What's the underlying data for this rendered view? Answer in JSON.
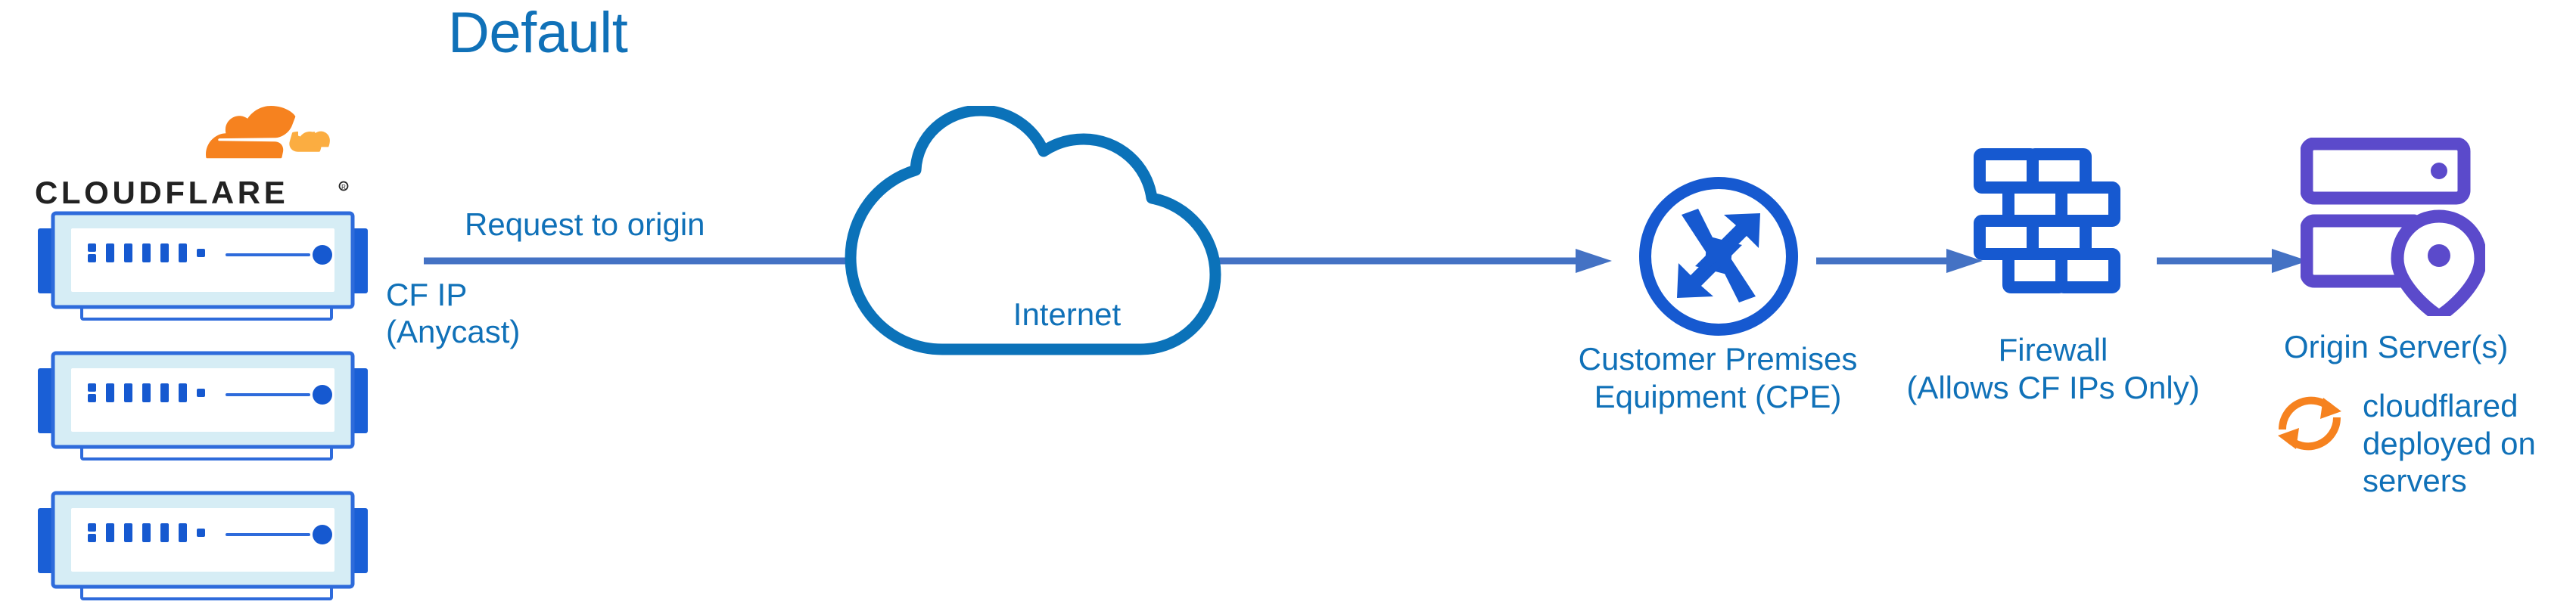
{
  "diagram": {
    "title": "Default",
    "title_color": "#1071B8",
    "background": "#FFFFFF",
    "accent_blue": "#1071B8",
    "node_blue": "#1659D0",
    "arrow_blue": "#4472C4",
    "purple": "#5B4ACB",
    "orange": "#F6821F",
    "orange_light": "#FBAD41"
  },
  "brand": {
    "name": "CLOUDFLARE",
    "logo_icon": "cloudflare-cloud-logo",
    "trademark": "®"
  },
  "racks": [
    {
      "label": "cloudflare-server-rack-1"
    },
    {
      "label": "cloudflare-server-rack-2"
    },
    {
      "label": "cloudflare-server-rack-3"
    }
  ],
  "edges": {
    "request_label": "Request to origin",
    "cf_ip_label": "CF IP\n(Anycast)",
    "main_arrow": "arrow-right",
    "cpe_to_firewall_arrow": "arrow-right",
    "firewall_to_origin_arrow": "arrow-right"
  },
  "nodes": {
    "internet": {
      "label": "Internet",
      "icon": "cloud-outline-icon"
    },
    "cpe": {
      "label": "Customer Premises\nEquipment (CPE)",
      "icon": "router-four-arrows-icon"
    },
    "firewall": {
      "label": "Firewall\n(Allows CF IPs Only)",
      "icon": "brick-wall-icon"
    },
    "origin": {
      "label": "Origin Server(s)",
      "icon": "server-stack-pin-icon"
    }
  },
  "callout": {
    "text": "cloudflared\ndeployed on\nservers",
    "icon": "sync-refresh-circle-icon"
  }
}
